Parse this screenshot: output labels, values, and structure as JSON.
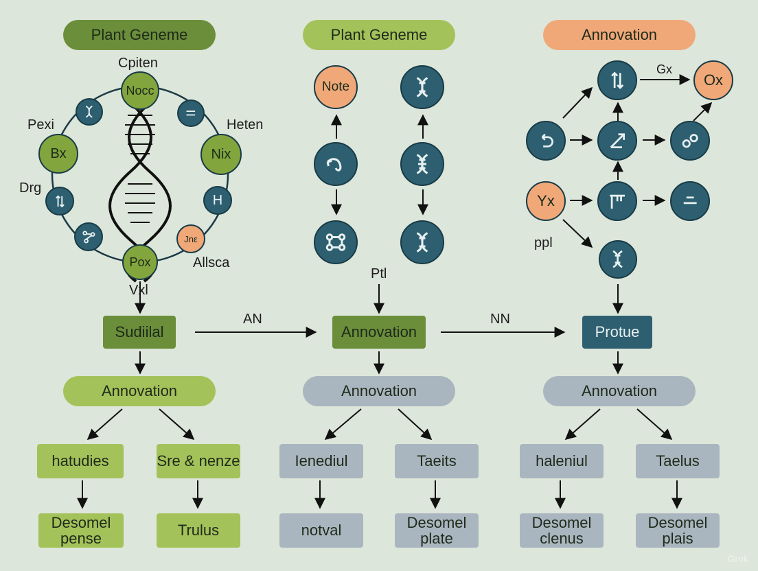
{
  "columns": [
    {
      "header": "Plant Geneme"
    },
    {
      "header": "Plant Geneme"
    },
    {
      "header": "Annovation"
    }
  ],
  "left_cluster": {
    "top_label": "Cpiten",
    "nodes": {
      "top": "Nocc",
      "left": "Bx",
      "right": "Nix",
      "h": "H",
      "bottom": "Pox"
    },
    "labels": {
      "pexi": "Pexi",
      "heten": "Heten",
      "drg": "Drg",
      "allsca": "Allsca",
      "vxl": "Vxl"
    },
    "icons": [
      "dna-icon",
      "bars-icon",
      "arrows-updown-icon",
      "network-icon",
      "jng-badge-icon"
    ],
    "badge_text": "Jnε"
  },
  "mid_cluster": {
    "node_note": "Note",
    "label_ptl": "Ptl",
    "icons": [
      "dna-icon",
      "curve-arrow-icon",
      "dna-icon",
      "network-icon",
      "dna-icon"
    ]
  },
  "right_cluster": {
    "node_ox": "Ox",
    "node_yx": "Yx",
    "label_gx": "Gx",
    "label_ppl": "ppl",
    "icons": [
      "arrows-updown-icon",
      "undo-icon",
      "slash-arrow-icon",
      "link-icon",
      "bars-vertical-icon",
      "lines-icon",
      "dna-icon"
    ]
  },
  "flow": {
    "box1": "Sudiilal",
    "box2": "Annovation",
    "box3": "Protue",
    "arrow1_label": "AN",
    "arrow2_label": "NN"
  },
  "second_row": [
    "Annovation",
    "Annovation",
    "Annovation"
  ],
  "third_row": [
    "hatudies",
    "Sre & nenze",
    "Ienediul",
    "Taeits",
    "haleniul",
    "Taelus"
  ],
  "fourth_row": [
    "Desomel pense",
    "Trulus",
    "notval",
    "Desomel plate",
    "Desomel clenus",
    "Desomel plais"
  ],
  "watermark": "Grok",
  "colors": {
    "background": "#dde6da",
    "teal": "#2d5f70",
    "green": "#83a53d",
    "dark_green": "#6b8e3a",
    "light_green": "#a3c25a",
    "orange": "#f0a878",
    "gray": "#a9b6bf"
  }
}
